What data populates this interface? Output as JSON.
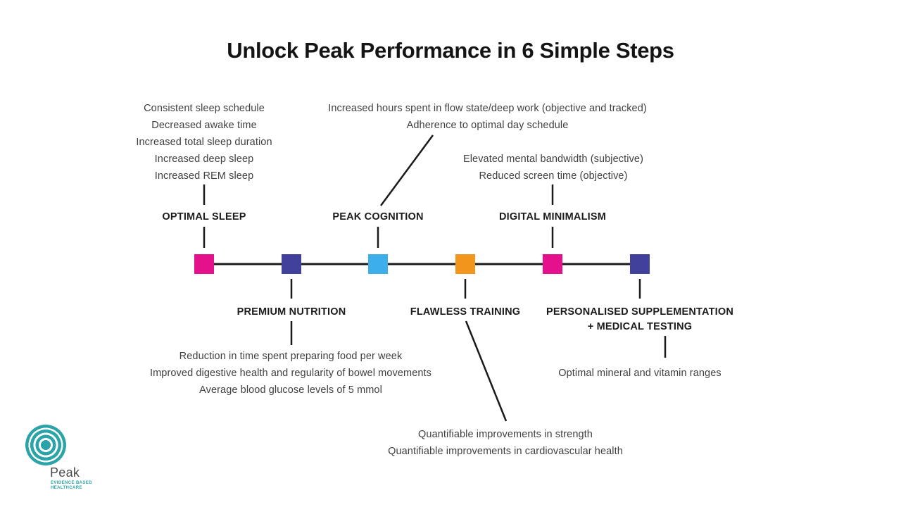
{
  "title": "Unlock Peak Performance in 6 Simple Steps",
  "milestones": [
    {
      "label": "OPTIMAL SLEEP",
      "color": "#E5118C",
      "outcomes": [
        "Consistent sleep schedule",
        "Decreased awake time",
        "Increased total sleep duration",
        "Increased deep sleep",
        "Increased REM sleep"
      ]
    },
    {
      "label": "PREMIUM NUTRITION",
      "color": "#41419B",
      "outcomes": [
        "Reduction in time spent preparing food per week",
        "Improved digestive health and regularity of bowel movements",
        "Average blood glucose levels of 5 mmol"
      ]
    },
    {
      "label": "PEAK COGNITION",
      "color": "#3CAEE9",
      "outcomes": [
        "Increased hours spent in flow state/deep work (objective and tracked)",
        "Adherence to optimal day schedule"
      ]
    },
    {
      "label": "FLAWLESS TRAINING",
      "color": "#F2951D",
      "outcomes": [
        "Quantifiable improvements in strength",
        "Quantifiable improvements in cardiovascular health"
      ]
    },
    {
      "label": "DIGITAL MINIMALISM",
      "color": "#E5118C",
      "outcomes": [
        "Elevated mental bandwidth (subjective)",
        "Reduced screen time (objective)"
      ]
    },
    {
      "label": "PERSONALISED SUPPLEMENTATION",
      "label_line2": "+ MEDICAL TESTING",
      "color": "#41419B",
      "outcomes": [
        "Optimal mineral and vitamin ranges"
      ]
    }
  ],
  "timeline": {
    "line_color": "#1A1A1A"
  },
  "logo": {
    "name": "Peak",
    "tagline_line1": "EVIDENCE BASED",
    "tagline_line2": "HEALTHCARE",
    "brand_teal": "#2AA4A8"
  }
}
